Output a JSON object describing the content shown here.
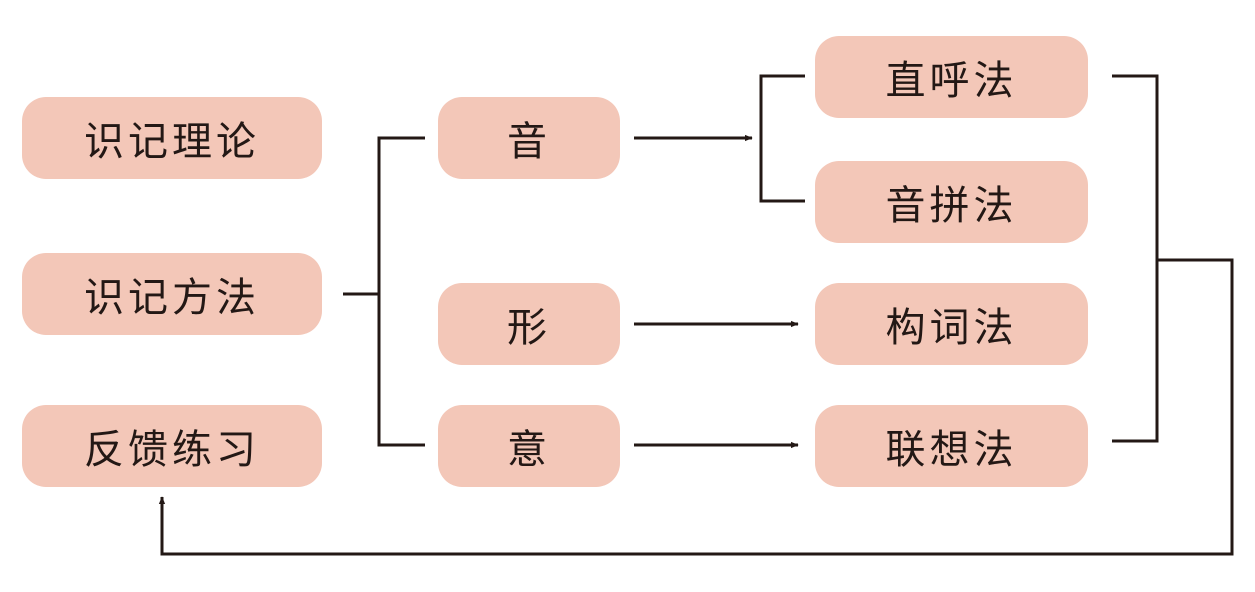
{
  "nodes": {
    "theory": "识记理论",
    "method": "识记方法",
    "practice": "反馈练习",
    "sound": "音",
    "shape": "形",
    "meaning": "意",
    "direct": "直呼法",
    "spelling": "音拼法",
    "wordformation": "构词法",
    "association": "联想法"
  },
  "colors": {
    "node_fill": "#f3c7b8",
    "line": "#231815"
  }
}
